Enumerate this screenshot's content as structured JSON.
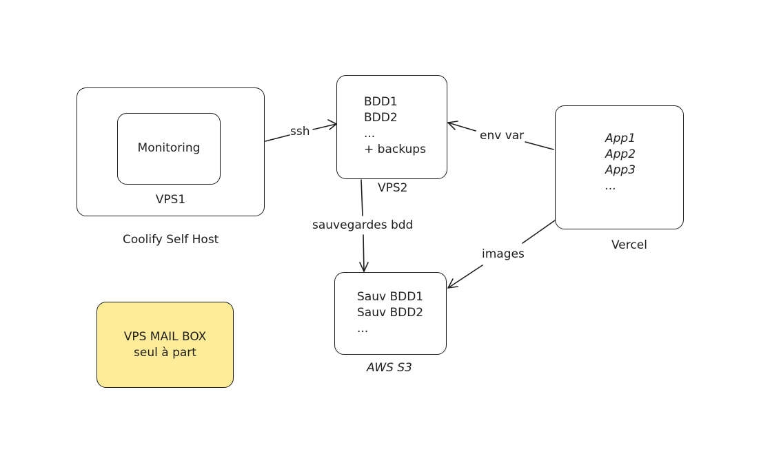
{
  "nodes": {
    "vps1": {
      "label": "VPS1",
      "caption": "Coolify Self Host"
    },
    "monitoring": {
      "label": "Monitoring"
    },
    "vps2": {
      "label": "VPS2",
      "lines": [
        "BDD1",
        "BDD2",
        "...",
        "+ backups"
      ]
    },
    "vercel": {
      "label": "Vercel",
      "lines": [
        "App1",
        "App2",
        "App3",
        "..."
      ]
    },
    "s3": {
      "label": "AWS S3",
      "lines": [
        "Sauv BDD1",
        "Sauv BDD2",
        "..."
      ]
    },
    "mailbox": {
      "lines": [
        "VPS MAIL BOX",
        "seul à part"
      ],
      "fill": "#ffec99"
    }
  },
  "edges": {
    "ssh": {
      "label": "ssh"
    },
    "env_var": {
      "label": "env var"
    },
    "sauvegardes": {
      "label": "sauvegardes bdd"
    },
    "images": {
      "label": "images"
    }
  },
  "colors": {
    "stroke": "#1e1e1e",
    "background": "#ffffff"
  }
}
